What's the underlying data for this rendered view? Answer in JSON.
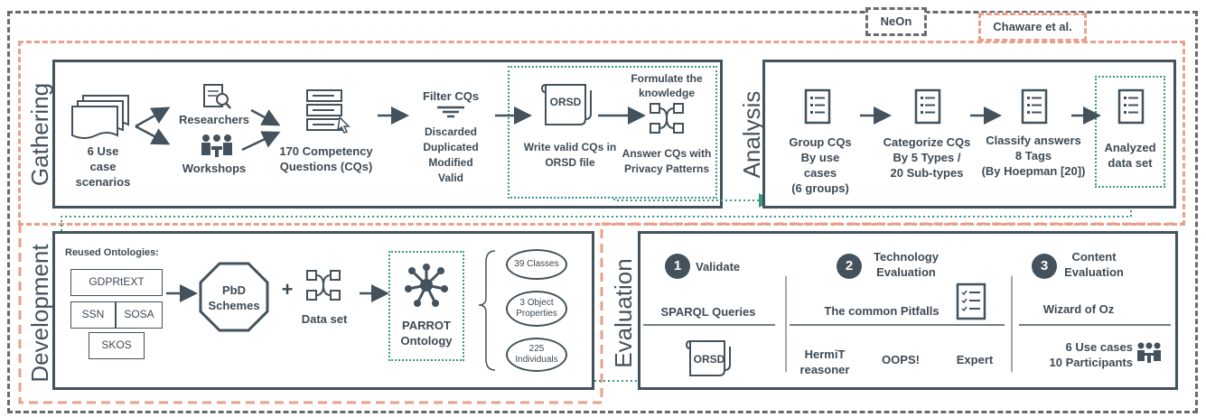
{
  "legend": {
    "neon": "NeOn",
    "chaware": "Chaware et al."
  },
  "gathering": {
    "title": "Gathering",
    "use_cases": [
      "6 Use",
      "case",
      "scenarios"
    ],
    "researchers": "Researchers",
    "workshops": "Workshops",
    "cqs": [
      "170 Competency",
      "Questions (CQs)"
    ],
    "filter_title": "Filter CQs",
    "filter_items": [
      "Discarded",
      "Duplicated",
      "Modified",
      "Valid"
    ],
    "orsd_label": "ORSD",
    "write_valid": [
      "Write valid CQs in",
      "ORSD file"
    ],
    "formulate": [
      "Formulate the",
      "knowledge"
    ],
    "answer": [
      "Answer CQs with",
      "Privacy Patterns"
    ]
  },
  "analysis": {
    "title": "Analysis",
    "group": [
      "Group CQs",
      "By use",
      "cases",
      "(6 groups)"
    ],
    "categorize": [
      "Categorize CQs",
      "By 5 Types /",
      "20 Sub-types"
    ],
    "classify": [
      "Classify answers",
      "8 Tags",
      "(By Hoepman [20])"
    ],
    "analyzed": [
      "Analyzed",
      "data set"
    ]
  },
  "development": {
    "title": "Development",
    "reused": "Reused Ontologies:",
    "ontologies": [
      "GDPRtEXT",
      "SSN",
      "SOSA",
      "SKOS"
    ],
    "pbd": [
      "PbD",
      "Schemes"
    ],
    "plus": "+",
    "dataset": "Data set",
    "parrot": [
      "PARROT",
      "Ontology"
    ],
    "classes": "39 Classes",
    "object_props": [
      "3 Object",
      "Properties"
    ],
    "individuals": [
      "225",
      "Individuals"
    ]
  },
  "evaluation": {
    "title": "Evaluation",
    "step1_num": "1",
    "step1": "Validate",
    "step2_num": "2",
    "step2": [
      "Technology",
      "Evaluation"
    ],
    "step3_num": "3",
    "step3": [
      "Content",
      "Evaluation"
    ],
    "sparql": "SPARQL Queries",
    "orsd": "ORSD",
    "pitfalls": "The common Pitfalls",
    "hermit": [
      "HermiT",
      "reasoner"
    ],
    "oops": "OOPS!",
    "expert": "Expert",
    "wizard": "Wizard of Oz",
    "use_cases": "6 Use cases",
    "participants": "10 Participants"
  }
}
